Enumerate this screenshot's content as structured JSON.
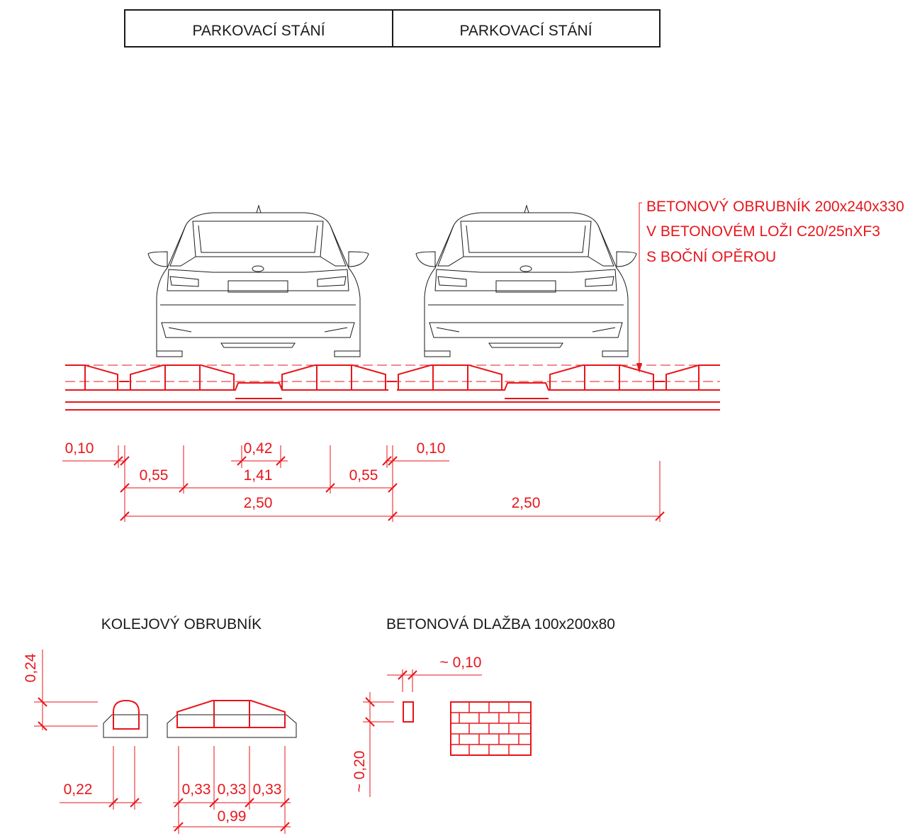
{
  "header": {
    "stall_left": "PARKOVACÍ STÁNÍ",
    "stall_right": "PARKOVACÍ STÁNÍ"
  },
  "annotation": {
    "line1": "BETONOVÝ OBRUBNÍK 200x240x330",
    "line2": "V BETONOVÉM LOŽI C20/25nXF3",
    "line3": "S BOČNÍ OPĚROU"
  },
  "dimensions": {
    "gap_left": "0,10",
    "gap_right": "0,10",
    "curb_left": "0,55",
    "curb_right": "0,55",
    "track_gap": "0,42",
    "track_inner": "1,41",
    "stall_width_1": "2,50",
    "stall_width_2": "2,50"
  },
  "details": {
    "curb_title": "KOLEJOVÝ OBRUBNÍK",
    "curb_height": "0,24",
    "curb_section_width": "0,22",
    "curb_seg_1": "0,33",
    "curb_seg_2": "0,33",
    "curb_seg_3": "0,33",
    "curb_total": "0,99",
    "paving_title": "BETONOVÁ DLAŽBA  100x200x80",
    "paving_thickness": "~ 0,10",
    "paving_height": "~ 0,20"
  },
  "colors": {
    "annotation": "#e8151b",
    "drawing": "#1a1a1a"
  }
}
